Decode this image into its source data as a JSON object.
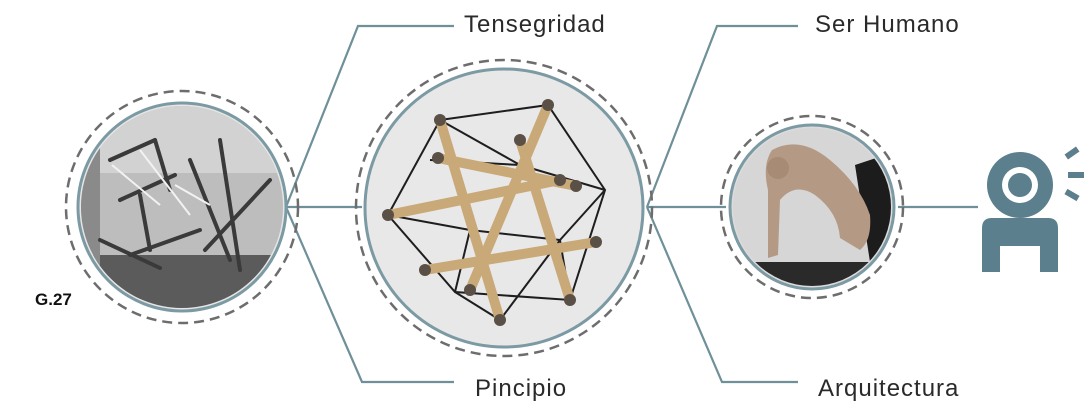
{
  "figure_label": "G.27",
  "labels": {
    "tensegridad": "Tensegridad",
    "pincipio": "Pincipio",
    "ser_humano": "Ser Humano",
    "arquitectura": "Arquitectura"
  },
  "icons": {
    "left_photo": "tensegrity-sculpture-photo-icon",
    "center_photo": "tensegrity-icosahedron-model-icon",
    "right_photo": "human-body-bending-photo-icon",
    "person": "person-speaking-icon"
  },
  "colors": {
    "connector": "#6f9099",
    "circle_fill": "#e8e8e8",
    "dashed_ring": "#6d6d6d",
    "icon": "#5c7f8d"
  }
}
